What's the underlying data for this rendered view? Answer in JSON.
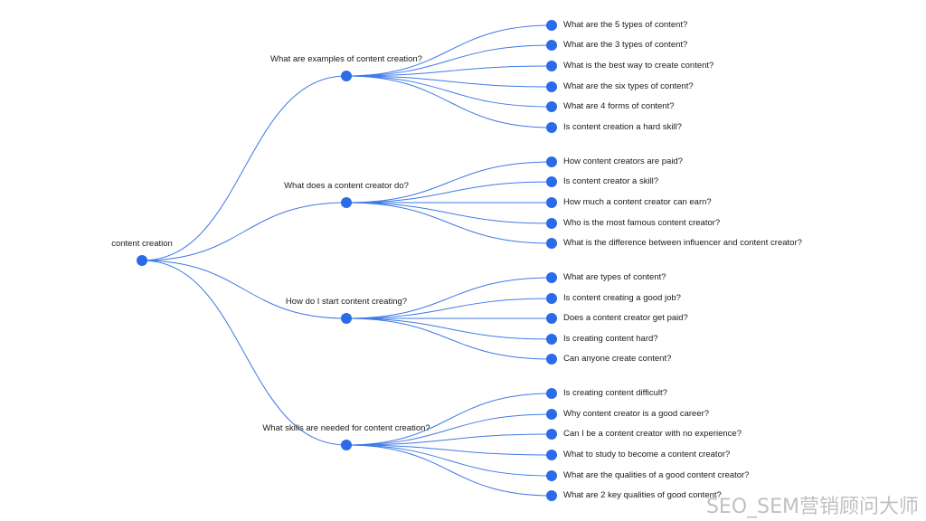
{
  "mindmap": {
    "root": {
      "label": "content creation"
    },
    "branches": [
      {
        "label": "What are examples of content creation?",
        "children": [
          "What are the 5 types of content?",
          "What are the 3 types of content?",
          "What is the best way to create content?",
          "What are the six types of content?",
          "What are 4 forms of content?",
          "Is content creation a hard skill?"
        ]
      },
      {
        "label": "What does a content creator do?",
        "children": [
          "How content creators are paid?",
          "Is content creator a skill?",
          "How much a content creator can earn?",
          "Who is the most famous content creator?",
          "What is the difference between influencer and content creator?"
        ]
      },
      {
        "label": "How do I start content creating?",
        "children": [
          "What are types of content?",
          "Is content creating a good job?",
          "Does a content creator get paid?",
          "Is creating content hard?",
          "Can anyone create content?"
        ]
      },
      {
        "label": "What skills are needed for content creation?",
        "children": [
          "Is creating content difficult?",
          "Why content creator is a good career?",
          "Can I be a content creator with no experience?",
          "What to study to become a content creator?",
          "What are the qualities of a good content creator?",
          "What are 2 key qualities of good content?"
        ]
      }
    ]
  },
  "watermark": "SEO_SEM营销顾问大师",
  "colors": {
    "node": "#2b6be8",
    "edge": "#3f7ae6",
    "text": "#1a1a1a"
  }
}
